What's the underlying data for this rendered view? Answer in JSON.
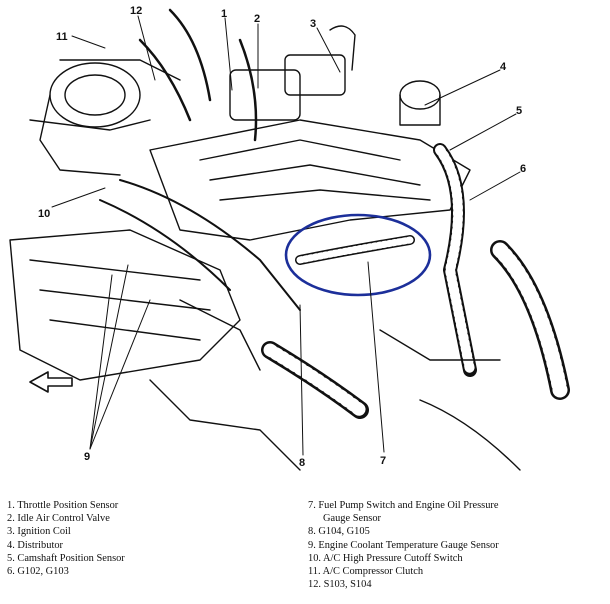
{
  "callouts": [
    {
      "num": "1"
    },
    {
      "num": "2"
    },
    {
      "num": "3"
    },
    {
      "num": "4"
    },
    {
      "num": "5"
    },
    {
      "num": "6"
    },
    {
      "num": "7"
    },
    {
      "num": "8"
    },
    {
      "num": "9"
    },
    {
      "num": "10"
    },
    {
      "num": "11"
    },
    {
      "num": "12"
    }
  ],
  "legend_left": [
    {
      "line1": "1. Throttle Position Sensor"
    },
    {
      "line1": "2. Idle Air Control Valve"
    },
    {
      "line1": "3. Ignition Coil"
    },
    {
      "line1": "4. Distributor"
    },
    {
      "line1": "5. Camshaft Position Sensor"
    },
    {
      "line1": "6. G102, G103"
    }
  ],
  "legend_right": [
    {
      "line1": "7. Fuel Pump Switch and Engine Oil Pressure",
      "line2": "Gauge Sensor"
    },
    {
      "line1": "8. G104, G105"
    },
    {
      "line1": "9. Engine Coolant Temperature Gauge Sensor"
    },
    {
      "line1": "10. A/C High Pressure Cutoff Switch"
    },
    {
      "line1": "11. A/C Compressor Clutch"
    },
    {
      "line1": "12. S103, S104"
    }
  ],
  "colors": {
    "ink": "#111111",
    "highlight_circle": "#1c2f9a",
    "background": "#ffffff"
  }
}
